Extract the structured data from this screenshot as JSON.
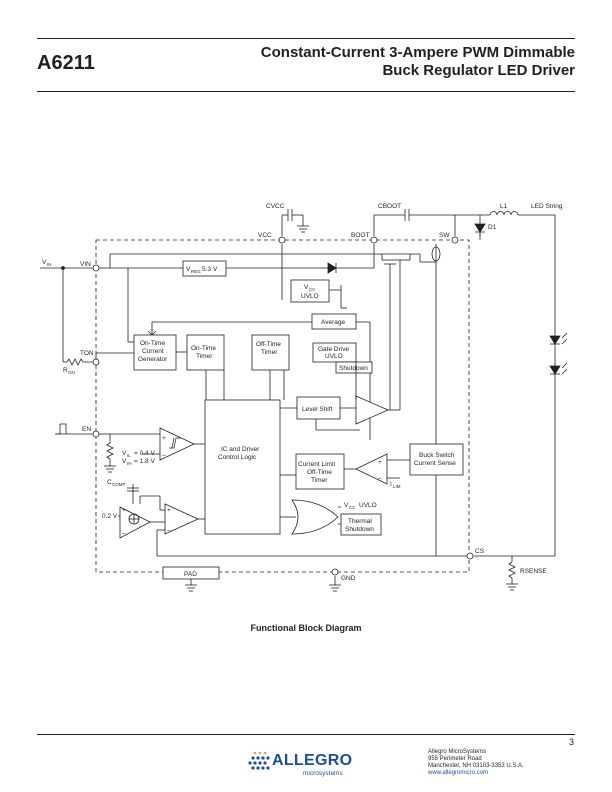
{
  "header": {
    "part_number": "A6211",
    "title_line1": "Constant-Current 3-Ampere PWM Dimmable",
    "title_line2": "Buck Regulator LED Driver"
  },
  "diagram": {
    "caption": "Functional Block Diagram",
    "blocks": {
      "vreg": "5.3 V",
      "vcc_uvlo_1": "UVLO",
      "average": "Average",
      "on_time_gen": [
        "On-Time",
        "Current",
        "Generator"
      ],
      "on_time_timer": [
        "On-Time",
        "Timer"
      ],
      "off_time_timer": [
        "Off-Time",
        "Timer"
      ],
      "gate_drive_uvlo": [
        "Gate Drive",
        "UVLO"
      ],
      "shutdown": "Shutdown",
      "ic_driver": [
        "IC and Driver",
        "Control Logic"
      ],
      "level_shift": "Level Shift",
      "current_limit": [
        "Current Limit",
        "Off-Time",
        "Timer"
      ],
      "buck_switch": [
        "Buck Switch",
        "Current Sense"
      ],
      "vcc_uvlo_2": "UVLO",
      "thermal": [
        "Thermal",
        "Shutdown"
      ],
      "pad": "PAD"
    },
    "pins": {
      "vin": "VIN",
      "ton": "TON",
      "en": "EN",
      "vcc": "VCC",
      "boot": "BOOT",
      "sw": "SW",
      "cs": "CS",
      "gnd": "GND"
    },
    "components": {
      "cvcc": "CVCC",
      "cboot": "CBOOT",
      "l1": "L1",
      "d1": "D1",
      "led_string": "LED String",
      "rsense": "RSENSE",
      "ref_02v": "0.2 V",
      "vil": "= 0.4 V",
      "vih": "= 1.8 V"
    }
  },
  "footer": {
    "page_number": "3",
    "logo_text": "ALLEGRO",
    "logo_subtext": "microsystems",
    "company": "Allegro MicroSystems",
    "street": "955 Perimeter Road",
    "city": "Manchester, NH 03103-3353 U.S.A.",
    "url": "www.allegromicro.com",
    "brand_color": "#1a4fa0"
  }
}
